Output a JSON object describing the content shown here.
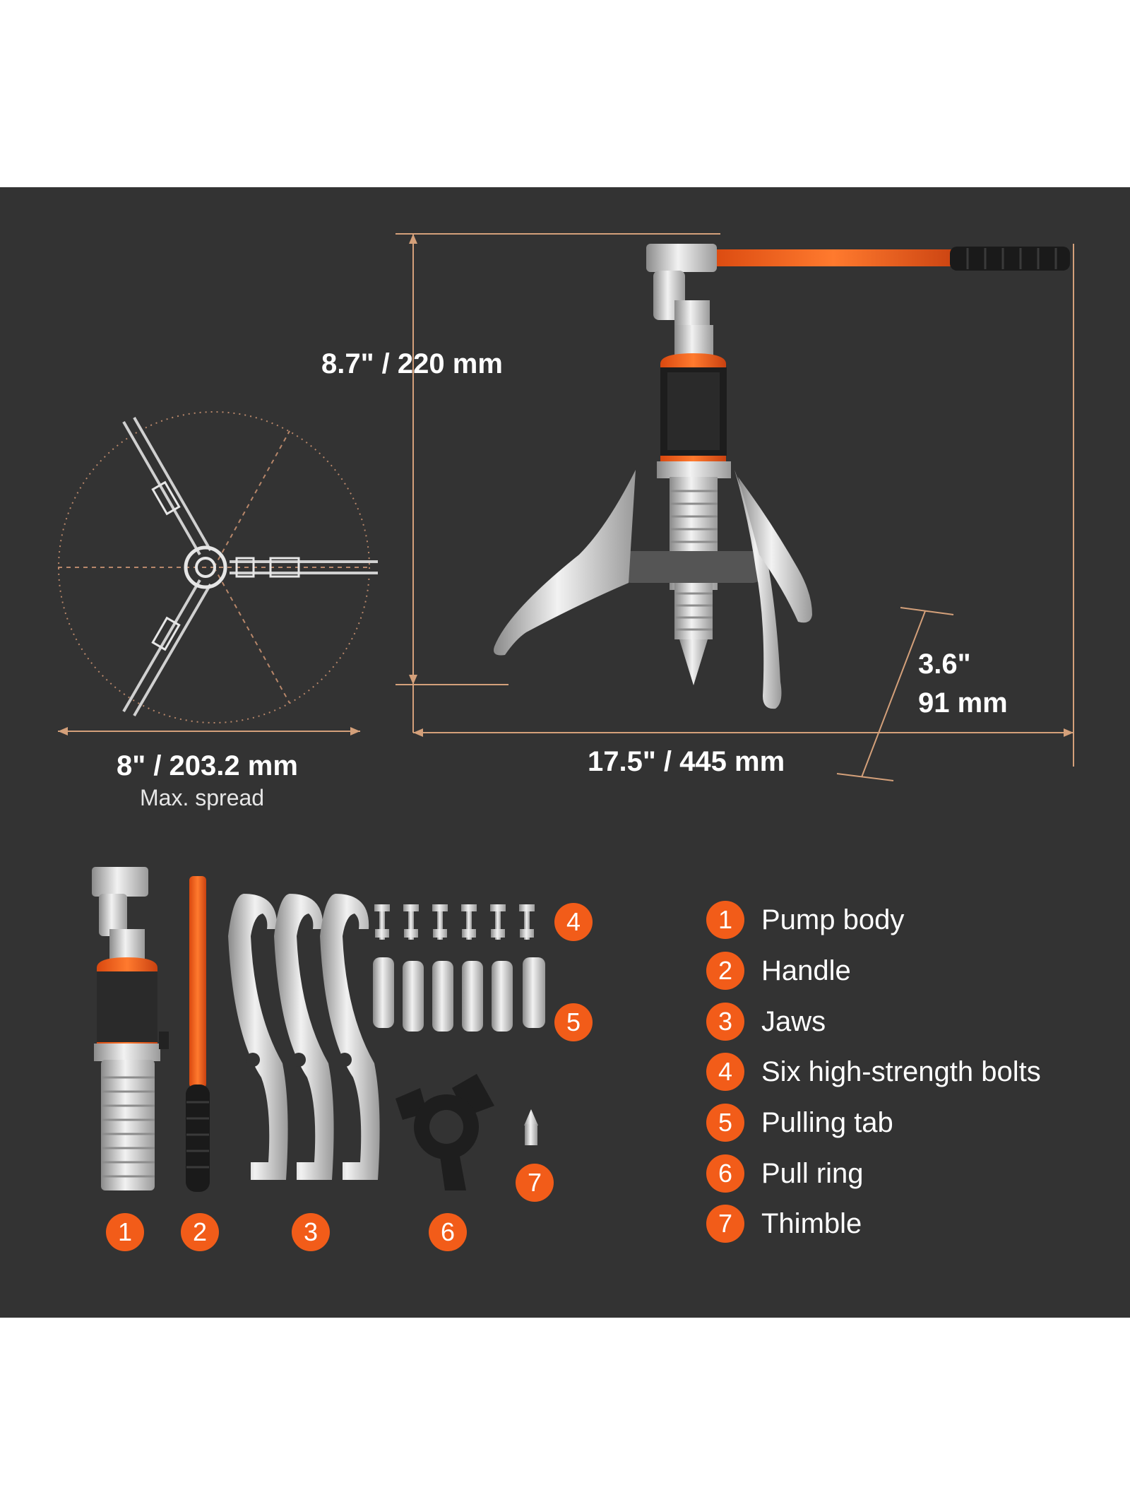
{
  "colors": {
    "background": "#333333",
    "accent": "#f25c19",
    "text": "#ffffff",
    "dim_line": "#d4a07a"
  },
  "dimensions": {
    "height": "8.7\" / 220 mm",
    "length": "17.5\" / 445 mm",
    "jaw_depth_line1": "3.6\"",
    "jaw_depth_line2": "91 mm",
    "spread": "8\" / 203.2 mm",
    "spread_caption": "Max. spread"
  },
  "parts": [
    {
      "number": "1",
      "label": "Pump body",
      "icon": "pump-body-icon"
    },
    {
      "number": "2",
      "label": "Handle",
      "icon": "handle-icon"
    },
    {
      "number": "3",
      "label": "Jaws",
      "icon": "jaws-icon"
    },
    {
      "number": "4",
      "label": "Six high-strength bolts",
      "icon": "bolts-icon"
    },
    {
      "number": "5",
      "label": "Pulling tab",
      "icon": "pulling-tab-icon"
    },
    {
      "number": "6",
      "label": "Pull ring",
      "icon": "pull-ring-icon"
    },
    {
      "number": "7",
      "label": "Thimble",
      "icon": "thimble-icon"
    }
  ]
}
